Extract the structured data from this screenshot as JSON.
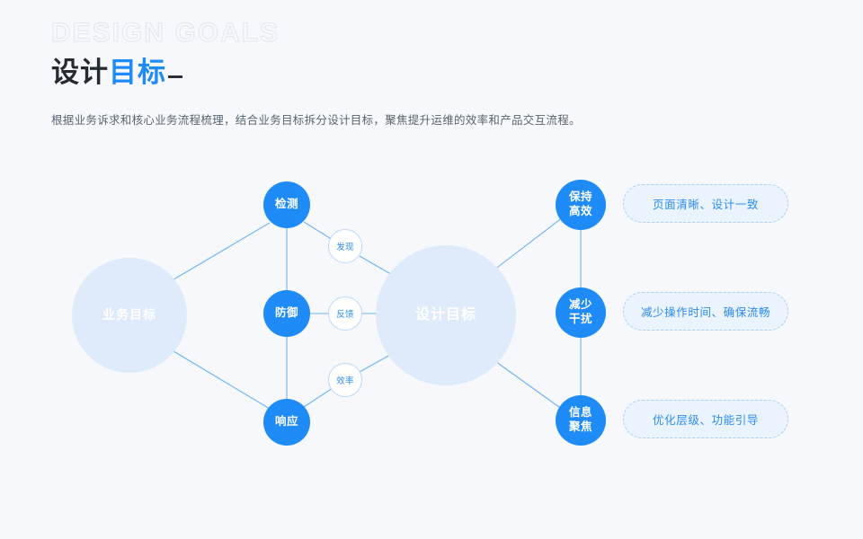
{
  "page": {
    "background_color": "#f6f8fc",
    "accent_color": "#1e8bf7"
  },
  "header": {
    "title_part_dark": "设计",
    "title_part_blue": "目标",
    "watermark": "DESIGN GOALS",
    "subtitle": "根据业务诉求和核心业务流程梳理，结合业务目标拆分设计目标，聚焦提升运维的效率和产品交互流程。"
  },
  "diagram": {
    "nodes": {
      "business_goal": "业务目标",
      "design_goal": "设计目标",
      "detect": "检测",
      "defend": "防御",
      "respond": "响应",
      "efficient_line1": "保持",
      "efficient_line2": "高效",
      "reduce_line1": "减少",
      "reduce_line2": "干扰",
      "focus_line1": "信息",
      "focus_line2": "聚焦"
    },
    "edge_tags": {
      "find": "发现",
      "feedback": "反馈",
      "efficiency": "效率"
    },
    "pills": [
      "页面清晰、设计一致",
      "减少操作时间、确保流畅",
      "优化层级、功能引导"
    ]
  }
}
